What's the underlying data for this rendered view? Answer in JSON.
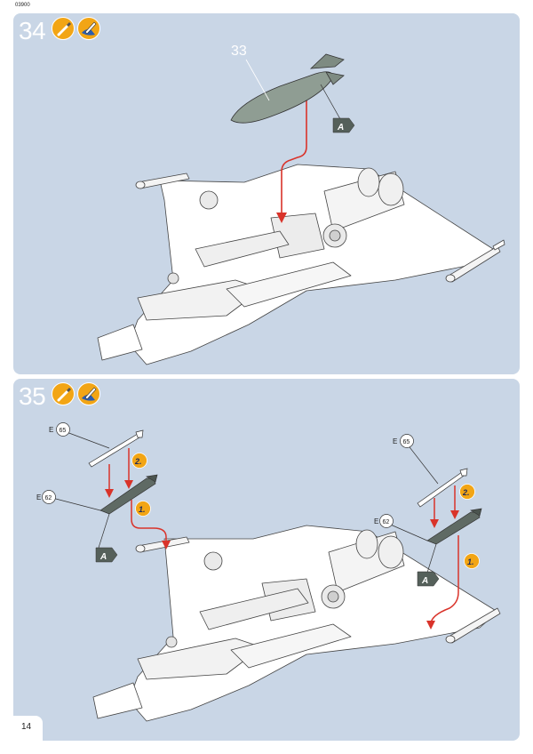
{
  "doc_code": "03900",
  "page_number": "14",
  "steps": [
    {
      "number": "34",
      "icons": [
        "glue-icon",
        "decal-icon"
      ],
      "part_number": "33",
      "marker": "A"
    },
    {
      "number": "35",
      "icons": [
        "glue-icon",
        "decal-icon"
      ],
      "left": {
        "rail_sprue": "E",
        "rail_part": "65",
        "missile_sprue": "E",
        "missile_part": "62",
        "order_1": "1.",
        "order_2": "2.",
        "marker": "A"
      },
      "right": {
        "rail_sprue": "E",
        "rail_part": "65",
        "missile_sprue": "E",
        "missile_part": "62",
        "order_1": "1.",
        "order_2": "2.",
        "marker": "A"
      }
    }
  ],
  "colors": {
    "panel": "#c9d6e6",
    "arrow": "#d9332a",
    "badge": "#f2a515",
    "part_grey": "#8f9d93",
    "flag": "#55605a"
  }
}
